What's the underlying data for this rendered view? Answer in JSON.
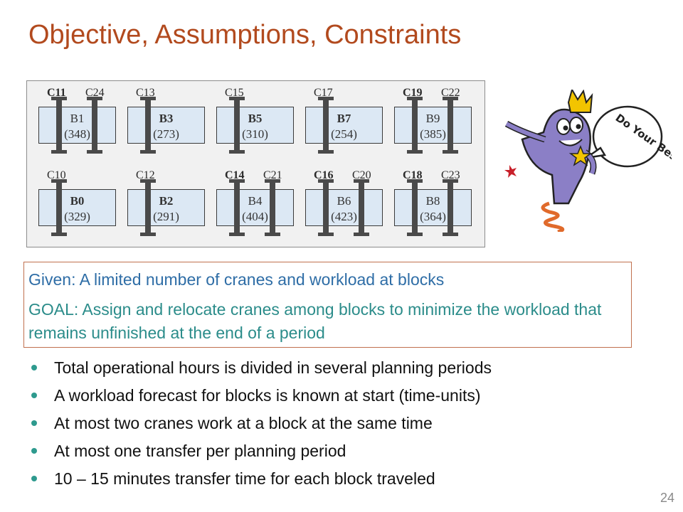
{
  "title": "Objective, Assumptions, Constraints",
  "diagram": {
    "blocks": [
      {
        "name": "B1",
        "load": "(348)",
        "bold": false
      },
      {
        "name": "B3",
        "load": "(273)",
        "bold": true
      },
      {
        "name": "B5",
        "load": "(310)",
        "bold": true
      },
      {
        "name": "B7",
        "load": "(254)",
        "bold": true
      },
      {
        "name": "B9",
        "load": "(385)",
        "bold": false
      },
      {
        "name": "B0",
        "load": "(329)",
        "bold": true
      },
      {
        "name": "B2",
        "load": "(291)",
        "bold": true
      },
      {
        "name": "B4",
        "load": "(404)",
        "bold": false
      },
      {
        "name": "B6",
        "load": "(423)",
        "bold": false
      },
      {
        "name": "B8",
        "load": "(364)",
        "bold": false
      }
    ],
    "cranes": [
      {
        "label": "C11",
        "bold": true
      },
      {
        "label": "C24",
        "bold": false
      },
      {
        "label": "C13",
        "bold": false
      },
      {
        "label": "C15",
        "bold": false
      },
      {
        "label": "C17",
        "bold": false
      },
      {
        "label": "C19",
        "bold": true
      },
      {
        "label": "C22",
        "bold": false
      },
      {
        "label": "C10",
        "bold": false
      },
      {
        "label": "C12",
        "bold": false
      },
      {
        "label": "C14",
        "bold": true
      },
      {
        "label": "C21",
        "bold": false
      },
      {
        "label": "C16",
        "bold": true
      },
      {
        "label": "C20",
        "bold": false
      },
      {
        "label": "C18",
        "bold": true
      },
      {
        "label": "C23",
        "bold": false
      }
    ]
  },
  "cartoon": {
    "speech": "Do Your Best!"
  },
  "goal": {
    "given": "Given: A limited number of cranes and workload at blocks",
    "goal": "GOAL: Assign and relocate cranes among blocks to minimize the workload that remains unfinished at the end of a period"
  },
  "bullets": [
    "Total operational hours is divided in several planning periods",
    "A workload forecast for blocks is known at start (time-units)",
    "At most two cranes work at a block at the same time",
    "At most one transfer per planning period",
    "10 – 15 minutes transfer time for each block traveled"
  ],
  "page_number": "24",
  "colors": {
    "title": "#b24a1e",
    "given": "#2e6da6",
    "goal": "#2b8c8a",
    "bullet": "#2e9a8e",
    "block_fill": "#dce8f4"
  }
}
